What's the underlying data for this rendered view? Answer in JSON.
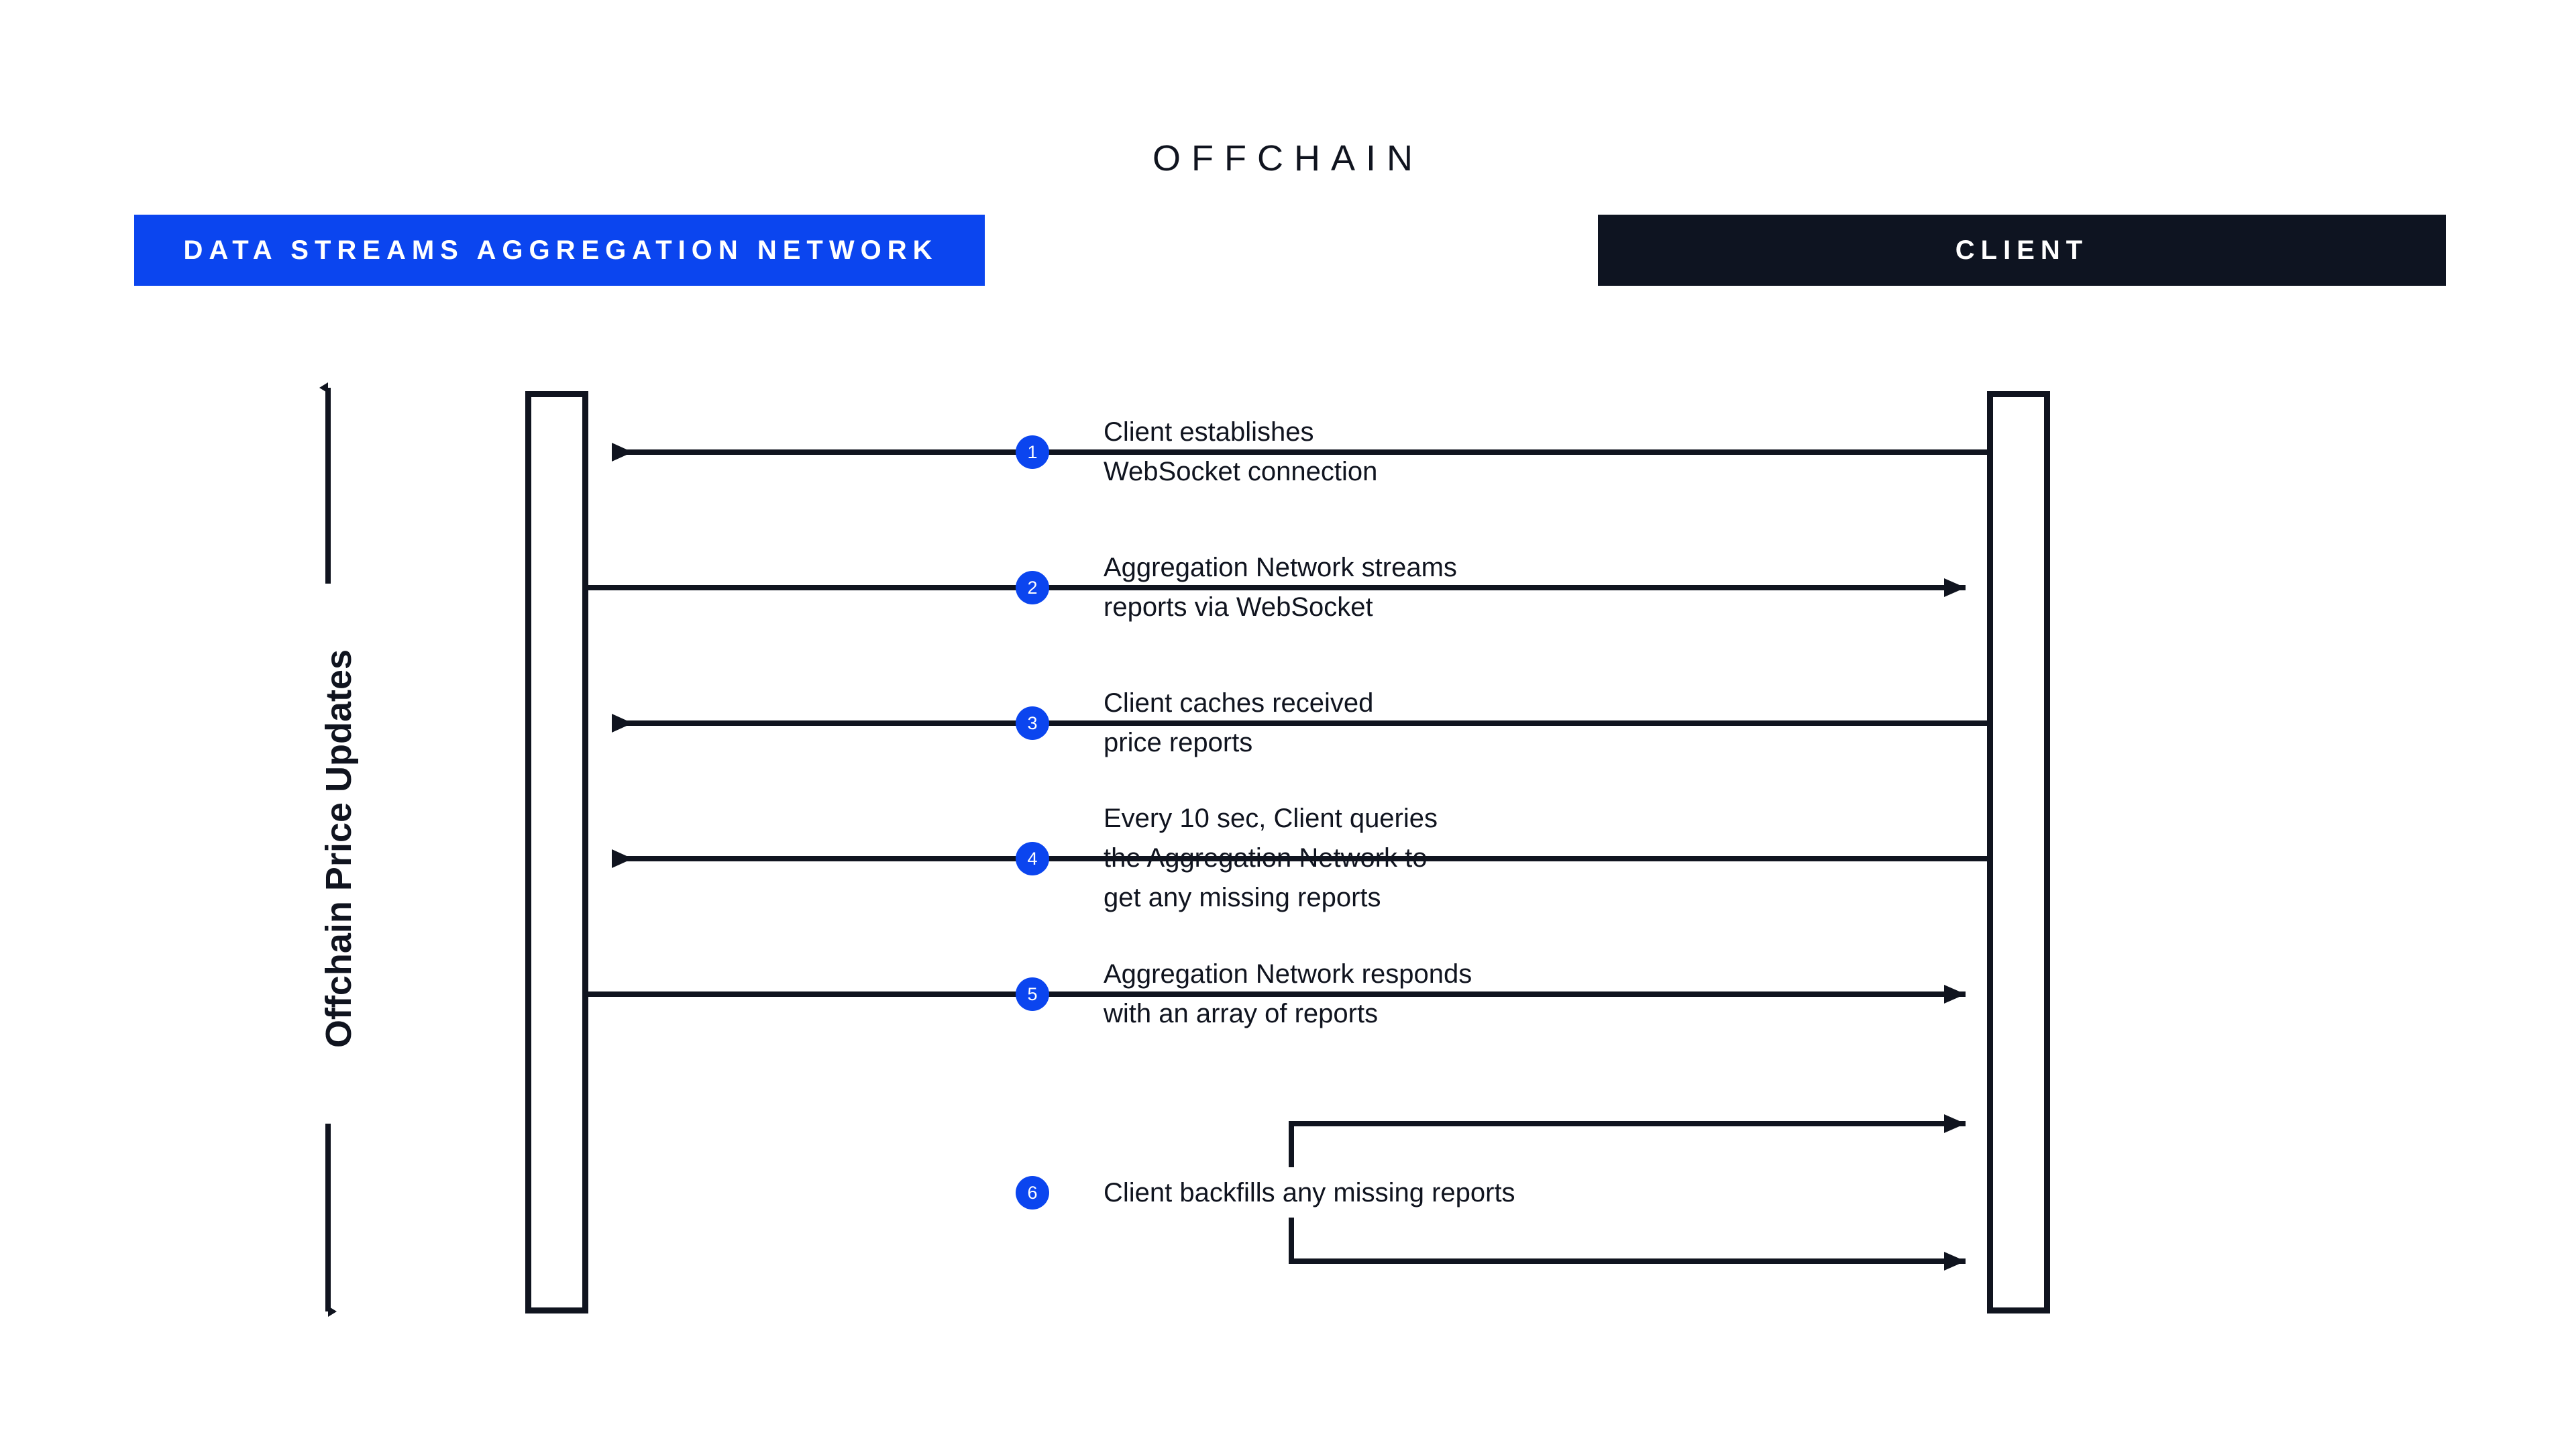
{
  "diagram": {
    "title": "OFFCHAIN",
    "background_color": "#ffffff",
    "accent_blue": "#0B45EF",
    "dark": "#10141f"
  },
  "axis": {
    "label": "Offchain Price Updates",
    "direction": "bidirectional-vertical"
  },
  "actors": [
    {
      "id": "aggregation",
      "label": "DATA STREAMS AGGREGATION NETWORK",
      "bar_color": "#0B45EF",
      "text_color": "#ffffff"
    },
    {
      "id": "client",
      "label": "CLIENT",
      "bar_color": "#0E1421",
      "text_color": "#ffffff"
    }
  ],
  "steps": [
    {
      "number": "1",
      "text": "Client establishes\nWebSocket connection",
      "direction": "client-to-aggregation"
    },
    {
      "number": "2",
      "text": "Aggregation Network streams\nreports via WebSocket",
      "direction": "aggregation-to-client"
    },
    {
      "number": "3",
      "text": "Client caches received\nprice reports",
      "direction": "client-to-aggregation"
    },
    {
      "number": "4",
      "text": "Every 10 sec, Client queries\nthe Aggregation Network to\nget any missing reports",
      "direction": "client-to-aggregation"
    },
    {
      "number": "5",
      "text": "Aggregation Network responds\nwith an array of reports",
      "direction": "aggregation-to-client"
    },
    {
      "number": "6",
      "text": "Client backfills any missing reports",
      "direction": "client-self-loop"
    }
  ]
}
